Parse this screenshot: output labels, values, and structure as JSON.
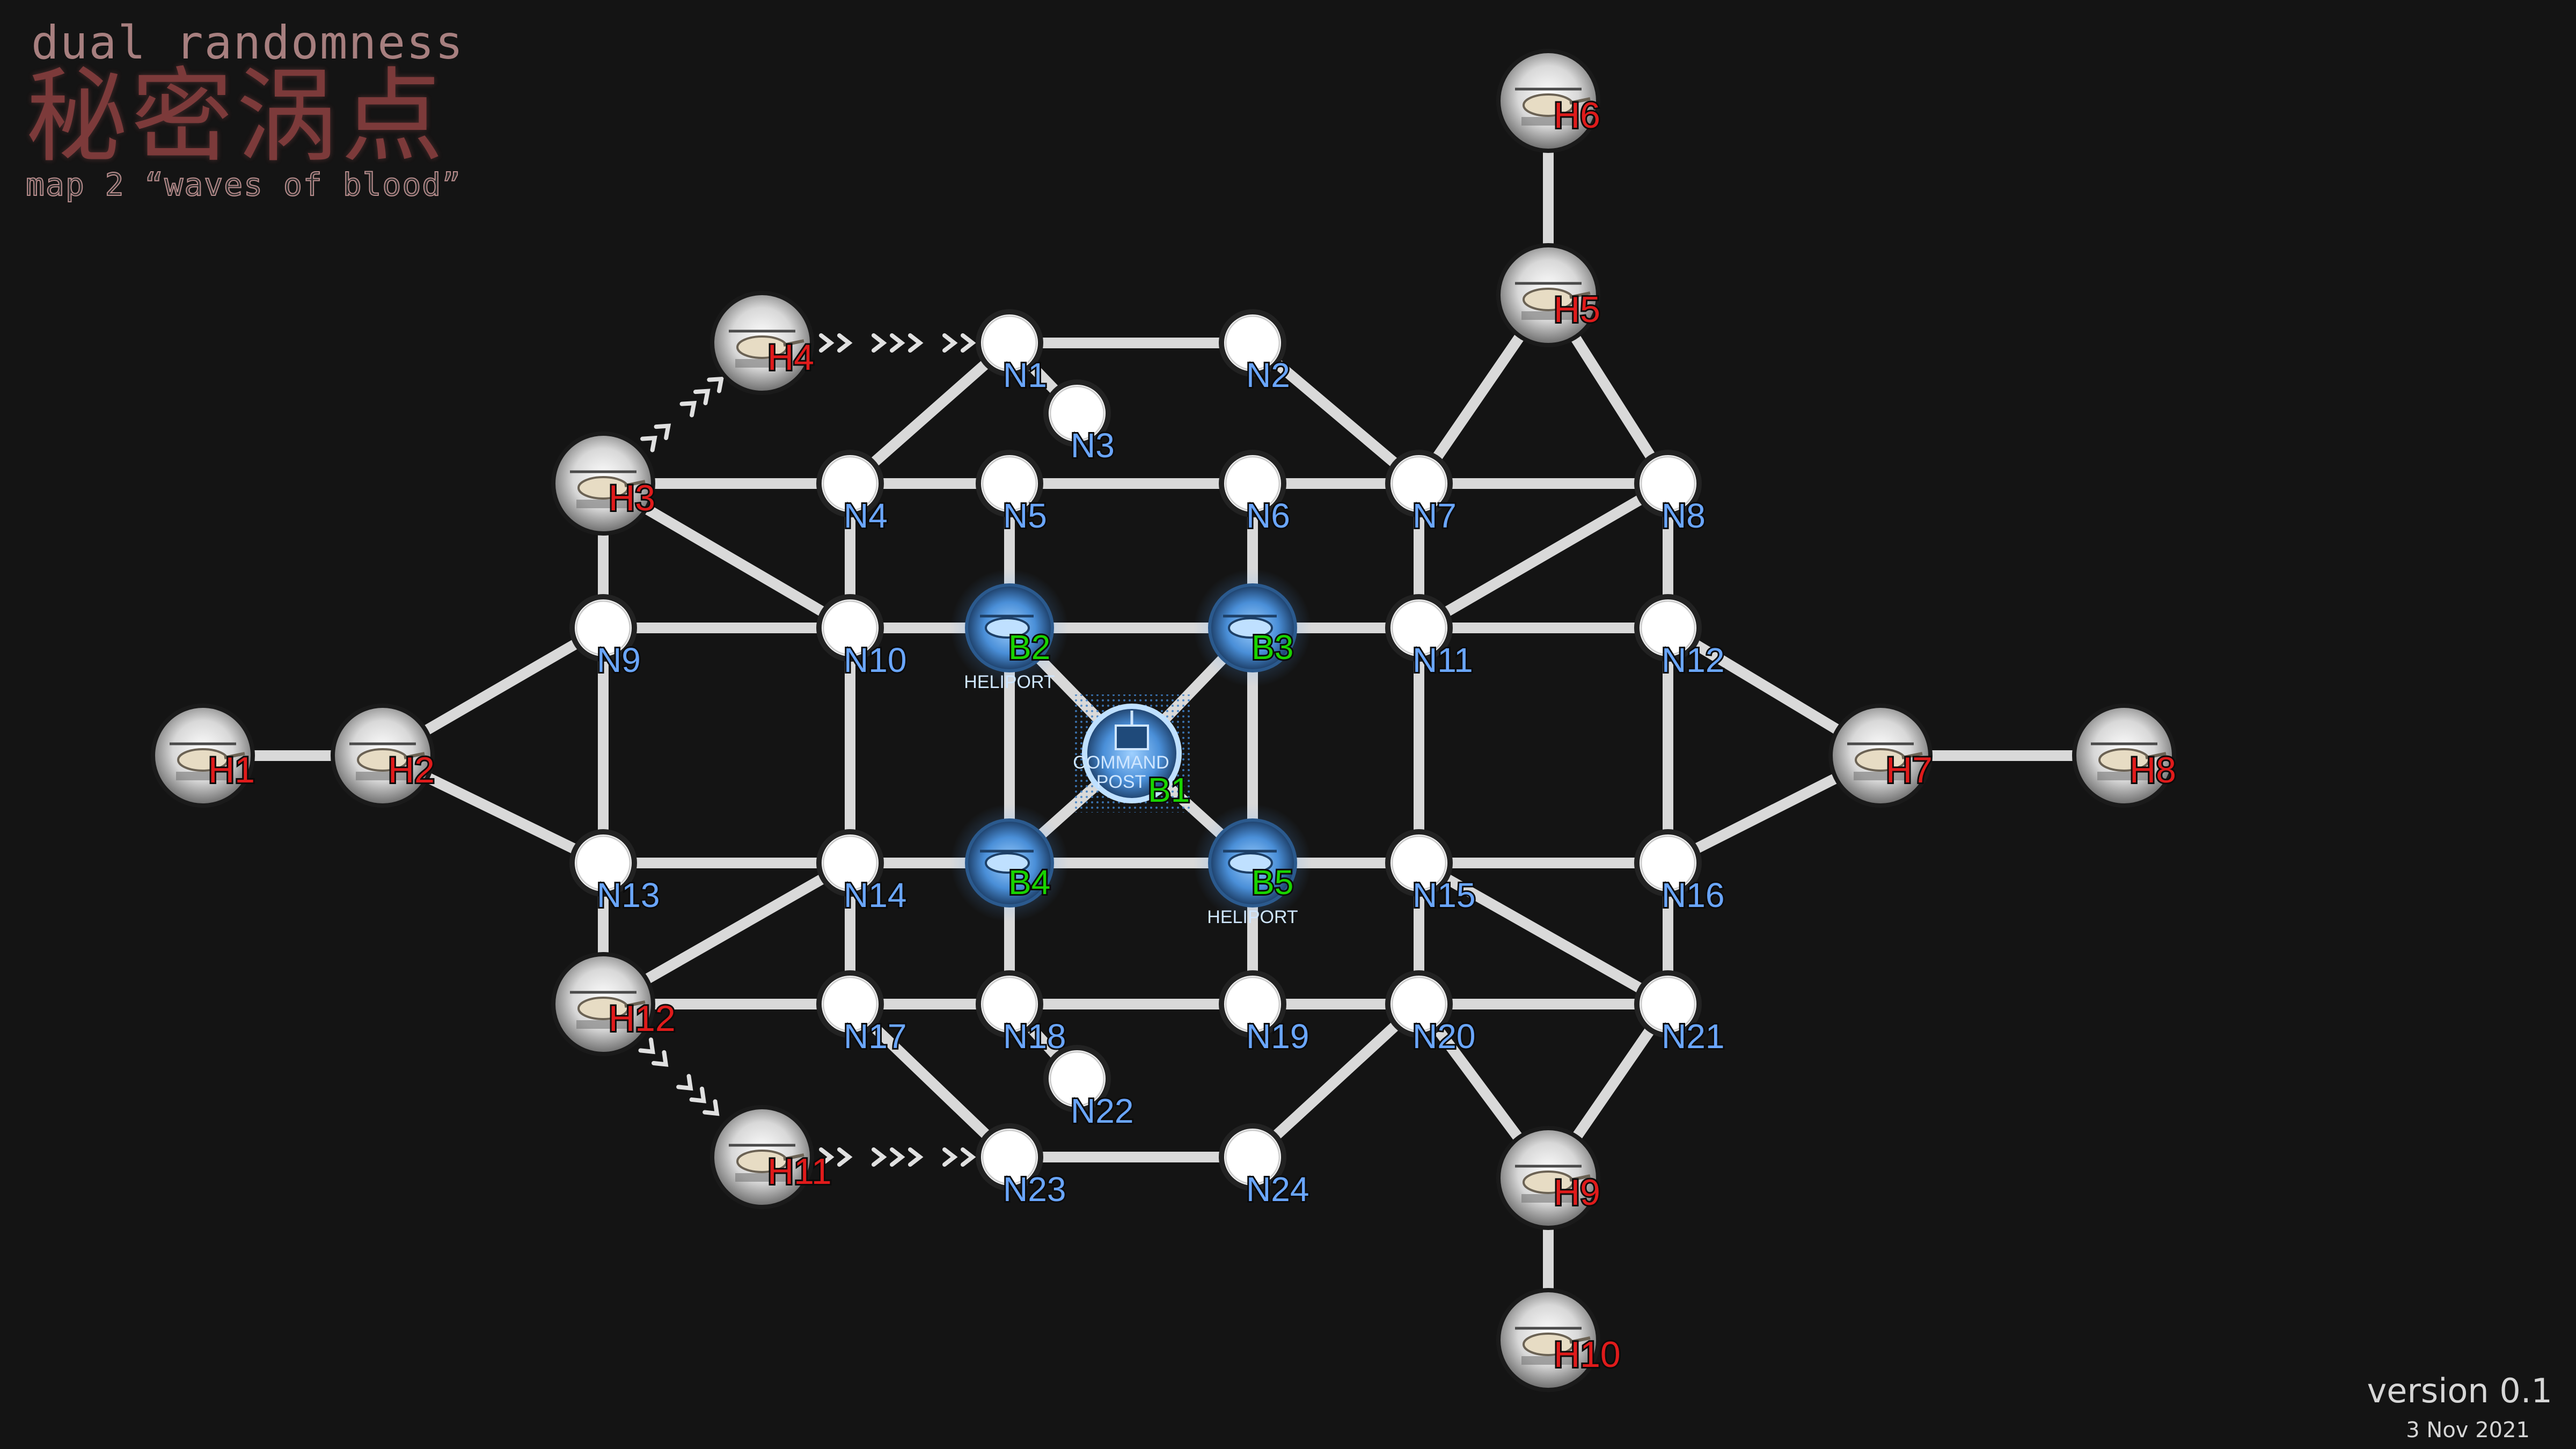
{
  "header": {
    "subtitle": "dual randomness",
    "title": "秘密涡点",
    "tagline": "map 2 “waves of blood”"
  },
  "footer": {
    "version": "version 0.1",
    "date": "3 Nov 2021"
  },
  "colors": {
    "background": "#141414",
    "edge": "#d9d9d9",
    "node_label": "#6aa6ff",
    "heliport_label": "#e01b1b",
    "base_label": "#19d400",
    "base_glow": "#5aa7ff"
  },
  "icons": {
    "heliport": "helicopter-heliport-icon",
    "base_heliport": "blue-heliport-icon",
    "command_post": "command-post-icon",
    "route_arrows": "chevron-arrows-icon"
  },
  "base_captions": {
    "B1": "COMMAND POST",
    "B2": "HELIPORT",
    "B5": "HELIPORT"
  },
  "nodes": [
    {
      "id": "N1",
      "type": "node"
    },
    {
      "id": "N2",
      "type": "node"
    },
    {
      "id": "N3",
      "type": "node"
    },
    {
      "id": "N4",
      "type": "node"
    },
    {
      "id": "N5",
      "type": "node"
    },
    {
      "id": "N6",
      "type": "node"
    },
    {
      "id": "N7",
      "type": "node"
    },
    {
      "id": "N8",
      "type": "node"
    },
    {
      "id": "N9",
      "type": "node"
    },
    {
      "id": "N10",
      "type": "node"
    },
    {
      "id": "N11",
      "type": "node"
    },
    {
      "id": "N12",
      "type": "node"
    },
    {
      "id": "N13",
      "type": "node"
    },
    {
      "id": "N14",
      "type": "node"
    },
    {
      "id": "N15",
      "type": "node"
    },
    {
      "id": "N16",
      "type": "node"
    },
    {
      "id": "N17",
      "type": "node"
    },
    {
      "id": "N18",
      "type": "node"
    },
    {
      "id": "N19",
      "type": "node"
    },
    {
      "id": "N20",
      "type": "node"
    },
    {
      "id": "N21",
      "type": "node"
    },
    {
      "id": "N22",
      "type": "node"
    },
    {
      "id": "N23",
      "type": "node"
    },
    {
      "id": "N24",
      "type": "node"
    },
    {
      "id": "H1",
      "type": "heliport"
    },
    {
      "id": "H2",
      "type": "heliport"
    },
    {
      "id": "H3",
      "type": "heliport"
    },
    {
      "id": "H4",
      "type": "heliport"
    },
    {
      "id": "H5",
      "type": "heliport"
    },
    {
      "id": "H6",
      "type": "heliport"
    },
    {
      "id": "H7",
      "type": "heliport"
    },
    {
      "id": "H8",
      "type": "heliport"
    },
    {
      "id": "H9",
      "type": "heliport"
    },
    {
      "id": "H10",
      "type": "heliport"
    },
    {
      "id": "H11",
      "type": "heliport"
    },
    {
      "id": "H12",
      "type": "heliport"
    },
    {
      "id": "B1",
      "type": "command"
    },
    {
      "id": "B2",
      "type": "base"
    },
    {
      "id": "B3",
      "type": "base"
    },
    {
      "id": "B4",
      "type": "base"
    },
    {
      "id": "B5",
      "type": "base"
    }
  ],
  "edges": [
    [
      "N1",
      "N2"
    ],
    [
      "N1",
      "N4"
    ],
    [
      "N2",
      "N7"
    ],
    [
      "N1",
      "N3"
    ],
    [
      "H3",
      "N4"
    ],
    [
      "N4",
      "N5"
    ],
    [
      "N5",
      "N6"
    ],
    [
      "N6",
      "N7"
    ],
    [
      "N7",
      "N8"
    ],
    [
      "H5",
      "H6"
    ],
    [
      "H5",
      "N7"
    ],
    [
      "H5",
      "N8"
    ],
    [
      "H3",
      "N9"
    ],
    [
      "H3",
      "N10"
    ],
    [
      "N4",
      "N10"
    ],
    [
      "N5",
      "B2"
    ],
    [
      "N6",
      "B3"
    ],
    [
      "N7",
      "N11"
    ],
    [
      "N8",
      "N11"
    ],
    [
      "N8",
      "N12"
    ],
    [
      "N9",
      "N10"
    ],
    [
      "N10",
      "B2"
    ],
    [
      "B2",
      "B3"
    ],
    [
      "B3",
      "N11"
    ],
    [
      "N11",
      "N12"
    ],
    [
      "H1",
      "H2"
    ],
    [
      "H2",
      "N9"
    ],
    [
      "H2",
      "N13"
    ],
    [
      "N9",
      "N13"
    ],
    [
      "B2",
      "B1"
    ],
    [
      "B3",
      "B1"
    ],
    [
      "B4",
      "B1"
    ],
    [
      "B5",
      "B1"
    ],
    [
      "B2",
      "B4"
    ],
    [
      "B3",
      "B5"
    ],
    [
      "N10",
      "N14"
    ],
    [
      "N11",
      "N15"
    ],
    [
      "N12",
      "N16"
    ],
    [
      "N12",
      "H7"
    ],
    [
      "H7",
      "H8"
    ],
    [
      "H7",
      "N16"
    ],
    [
      "N13",
      "N14"
    ],
    [
      "N14",
      "B4"
    ],
    [
      "B4",
      "B5"
    ],
    [
      "B5",
      "N15"
    ],
    [
      "N15",
      "N16"
    ],
    [
      "N13",
      "H12"
    ],
    [
      "H12",
      "N14"
    ],
    [
      "N14",
      "N17"
    ],
    [
      "N15",
      "N20"
    ],
    [
      "N15",
      "N21"
    ],
    [
      "N16",
      "N21"
    ],
    [
      "H12",
      "N17"
    ],
    [
      "N17",
      "N18"
    ],
    [
      "N18",
      "N19"
    ],
    [
      "N19",
      "N20"
    ],
    [
      "N20",
      "N21"
    ],
    [
      "B4",
      "N18"
    ],
    [
      "B5",
      "N19"
    ],
    [
      "N17",
      "N23"
    ],
    [
      "N18",
      "N22"
    ],
    [
      "N23",
      "N24"
    ],
    [
      "N24",
      "N20"
    ],
    [
      "N20",
      "H9"
    ],
    [
      "N21",
      "H9"
    ],
    [
      "H9",
      "H10"
    ]
  ],
  "route_arrows": [
    [
      "H4",
      "N1"
    ],
    [
      "H3",
      "H4"
    ],
    [
      "H12",
      "H11"
    ],
    [
      "H11",
      "N23"
    ]
  ]
}
